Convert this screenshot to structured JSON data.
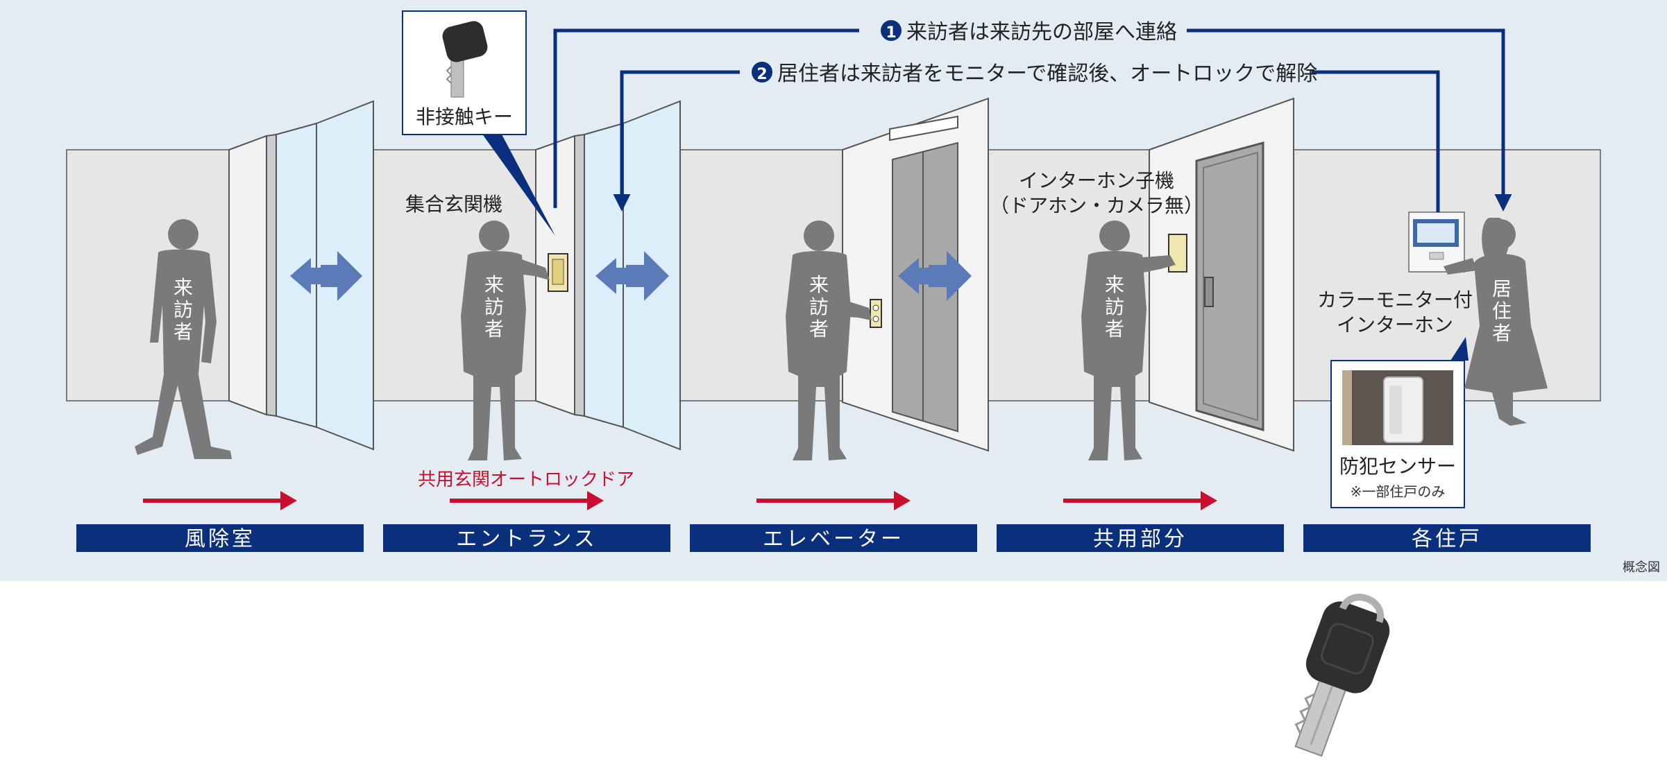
{
  "colors": {
    "background": "#e3ecf3",
    "navy": "#0a2f7c",
    "red": "#c8102e",
    "silhouette": "#7a7a7a",
    "glass": "#dceefa",
    "wall": "#e6e6e6"
  },
  "steps": {
    "step1": {
      "num": "1",
      "text": "来訪者は来訪先の部屋へ連絡"
    },
    "step2": {
      "num": "2",
      "text": "居住者は来訪者をモニターで確認後、オートロックで解除"
    }
  },
  "labels": {
    "contactless_key": "非接触キー",
    "entrance_panel": "集合玄関機",
    "intercom_handset_line1": "インターホン子機",
    "intercom_handset_line2": "（ドアホン・カメラ無）",
    "color_monitor_line1": "カラーモニター付",
    "color_monitor_line2": "インターホン",
    "security_sensor": "防犯センサー",
    "security_sensor_note": "※一部住戸のみ",
    "autolock_door": "共用玄関オートロックドア",
    "concept": "概念図"
  },
  "figures": {
    "visitor": [
      "来",
      "訪",
      "者"
    ],
    "resident": [
      "居",
      "住",
      "者"
    ]
  },
  "stages": [
    "風除室",
    "エントランス",
    "エレベーター",
    "共用部分",
    "各住戸"
  ],
  "icons": [
    "contactless-key-icon",
    "double-arrow-icon",
    "stage-arrow-icon",
    "intercom-monitor-icon",
    "security-sensor-icon"
  ]
}
